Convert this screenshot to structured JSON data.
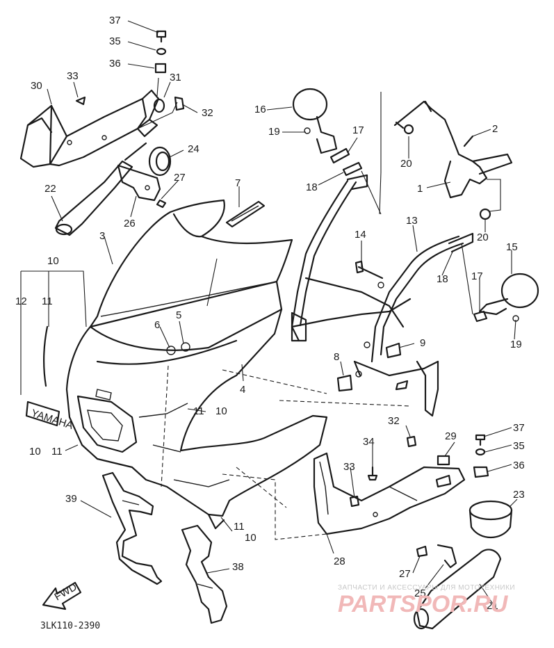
{
  "diagram": {
    "code": "3LK110-2390",
    "labels": {
      "p1": "1",
      "p2": "2",
      "p3": "3",
      "p4": "4",
      "p5": "5",
      "p6": "6",
      "p7": "7",
      "p8": "8",
      "p9": "9",
      "p10a": "10",
      "p10b": "10",
      "p10c": "10",
      "p10d": "10",
      "p11a": "11",
      "p11b": "11",
      "p11c": "11",
      "p11d": "11",
      "p12": "12",
      "p13": "13",
      "p14": "14",
      "p15": "15",
      "p16": "16",
      "p17a": "17",
      "p17b": "17",
      "p18a": "18",
      "p18b": "18",
      "p19a": "19",
      "p19b": "19",
      "p20a": "20",
      "p20b": "20",
      "p21": "21",
      "p22": "22",
      "p23": "23",
      "p24": "24",
      "p25": "25",
      "p26": "26",
      "p27a": "27",
      "p27b": "27",
      "p28": "28",
      "p29": "29",
      "p30": "30",
      "p31": "31",
      "p32a": "32",
      "p32b": "32",
      "p33a": "33",
      "p33b": "33",
      "p34": "34",
      "p35a": "35",
      "p35b": "35",
      "p36a": "36",
      "p36b": "36",
      "p37a": "37",
      "p37b": "37",
      "p38": "38",
      "p39": "39"
    },
    "decal": "YAMAHA",
    "fwd": "FWD"
  },
  "watermark": {
    "line1": "ЗАПЧАСТИ И АКСЕССУАРЫ ДЛЯ МОТОТЕХНИКИ",
    "line2": "PARTSPOR.RU"
  }
}
